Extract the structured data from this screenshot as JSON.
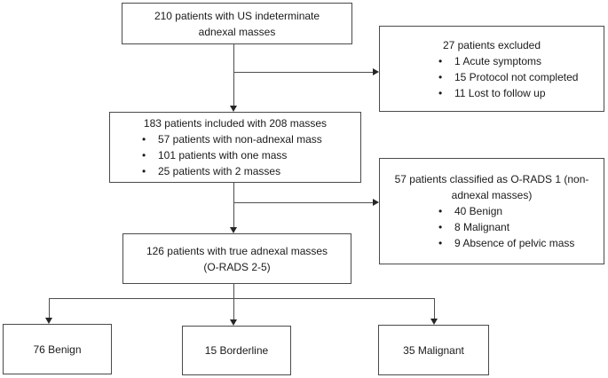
{
  "diagram": {
    "bullet_char": "•",
    "colors": {
      "background": "#ffffff",
      "box_border": "#4a4a4a",
      "connector_line": "#4d4d4d",
      "arrowhead": "#262626",
      "text": "#1a1a1a"
    },
    "boxes": {
      "top": {
        "lines": [
          "210 patients with US indeterminate",
          "adnexal masses"
        ]
      },
      "excluded": {
        "title": "27 patients excluded",
        "bullets": [
          "1 Acute symptoms",
          "15 Protocol not completed",
          "11 Lost to follow up"
        ]
      },
      "included": {
        "title": "183 patients included with 208 masses",
        "bullets": [
          "57 patients with non-adnexal mass",
          "101 patients with one mass",
          "25 patients with 2 masses"
        ]
      },
      "orads1": {
        "title_lines": [
          "57 patients classified as O-RADS 1 (non-",
          "adnexal masses)"
        ],
        "bullets": [
          "40 Benign",
          "8 Malignant",
          "9 Absence of pelvic mass"
        ]
      },
      "true_adnexal": {
        "lines": [
          "126 patients with true adnexal masses",
          "(O-RADS 2-5)"
        ]
      },
      "benign": {
        "label": "76 Benign"
      },
      "borderline": {
        "label": "15 Borderline"
      },
      "malignant": {
        "label": "35 Malignant"
      }
    }
  }
}
